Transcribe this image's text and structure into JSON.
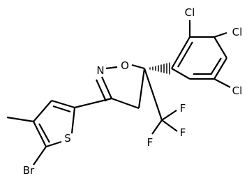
{
  "atoms": {
    "cl_top": "Cl",
    "cl_mid": "Cl",
    "cl_bot": "Cl",
    "n": "N",
    "o": "O",
    "s": "S",
    "br": "Br",
    "f1": "F",
    "f2": "F",
    "f3": "F"
  }
}
